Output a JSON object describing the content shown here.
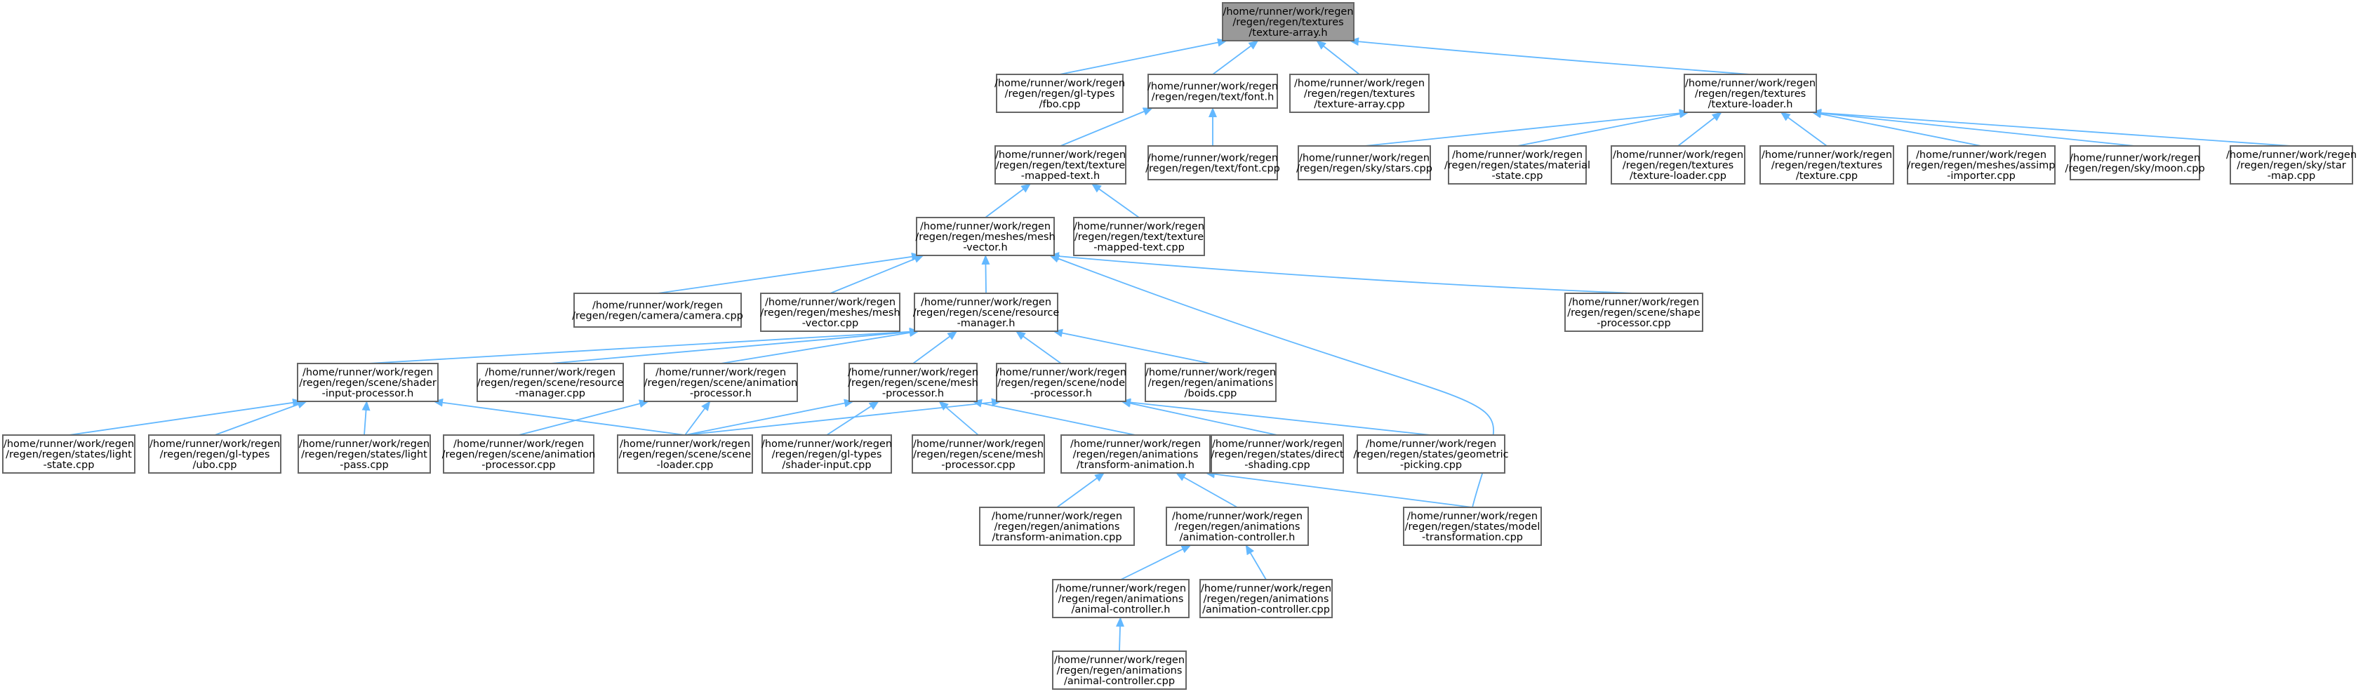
{
  "graph": {
    "edge_color": "#63b8ff",
    "node_border_color": "#666666",
    "root_fill": "#999999",
    "nodes": {
      "n0": {
        "lines": [
          "/home/runner/work/regen",
          "/regen/regen/textures",
          "/texture-array.h"
        ],
        "root": true
      },
      "n1": {
        "lines": [
          "/home/runner/work/regen",
          "/regen/regen/gl-types",
          "/fbo.cpp"
        ]
      },
      "n2": {
        "lines": [
          "/home/runner/work/regen",
          "/regen/regen/text/font.h"
        ]
      },
      "n3": {
        "lines": [
          "/home/runner/work/regen",
          "/regen/regen/textures",
          "/texture-array.cpp"
        ]
      },
      "n4": {
        "lines": [
          "/home/runner/work/regen",
          "/regen/regen/textures",
          "/texture-loader.h"
        ]
      },
      "n5": {
        "lines": [
          "/home/runner/work/regen",
          "/regen/regen/text/texture",
          "-mapped-text.h"
        ]
      },
      "n6": {
        "lines": [
          "/home/runner/work/regen",
          "/regen/regen/text/font.cpp"
        ]
      },
      "n7": {
        "lines": [
          "/home/runner/work/regen",
          "/regen/regen/sky/stars.cpp"
        ]
      },
      "n8": {
        "lines": [
          "/home/runner/work/regen",
          "/regen/regen/states/material",
          "-state.cpp"
        ]
      },
      "n9": {
        "lines": [
          "/home/runner/work/regen",
          "/regen/regen/textures",
          "/texture-loader.cpp"
        ]
      },
      "n10": {
        "lines": [
          "/home/runner/work/regen",
          "/regen/regen/textures",
          "/texture.cpp"
        ]
      },
      "n11": {
        "lines": [
          "/home/runner/work/regen",
          "/regen/regen/meshes/assimp",
          "-importer.cpp"
        ]
      },
      "n12": {
        "lines": [
          "/home/runner/work/regen",
          "/regen/regen/sky/moon.cpp"
        ]
      },
      "n13": {
        "lines": [
          "/home/runner/work/regen",
          "/regen/regen/sky/star",
          "-map.cpp"
        ]
      },
      "n14": {
        "lines": [
          "/home/runner/work/regen",
          "/regen/regen/meshes/mesh",
          "-vector.h"
        ]
      },
      "n15": {
        "lines": [
          "/home/runner/work/regen",
          "/regen/regen/text/texture",
          "-mapped-text.cpp"
        ]
      },
      "n16": {
        "lines": [
          "/home/runner/work/regen",
          "/regen/regen/camera/camera.cpp"
        ]
      },
      "n17": {
        "lines": [
          "/home/runner/work/regen",
          "/regen/regen/meshes/mesh",
          "-vector.cpp"
        ]
      },
      "n18": {
        "lines": [
          "/home/runner/work/regen",
          "/regen/regen/scene/resource",
          "-manager.h"
        ]
      },
      "n19": {
        "lines": [
          "/home/runner/work/regen",
          "/regen/regen/scene/shape",
          "-processor.cpp"
        ]
      },
      "n20": {
        "lines": [
          "/home/runner/work/regen",
          "/regen/regen/scene/shader",
          "-input-processor.h"
        ]
      },
      "n21": {
        "lines": [
          "/home/runner/work/regen",
          "/regen/regen/scene/resource",
          "-manager.cpp"
        ]
      },
      "n22": {
        "lines": [
          "/home/runner/work/regen",
          "/regen/regen/scene/animation",
          "-processor.h"
        ]
      },
      "n23": {
        "lines": [
          "/home/runner/work/regen",
          "/regen/regen/scene/mesh",
          "-processor.h"
        ]
      },
      "n24": {
        "lines": [
          "/home/runner/work/regen",
          "/regen/regen/scene/node",
          "-processor.h"
        ]
      },
      "n25": {
        "lines": [
          "/home/runner/work/regen",
          "/regen/regen/animations",
          "/boids.cpp"
        ]
      },
      "n26": {
        "lines": [
          "/home/runner/work/regen",
          "/regen/regen/states/light",
          "-state.cpp"
        ]
      },
      "n27": {
        "lines": [
          "/home/runner/work/regen",
          "/regen/regen/gl-types",
          "/ubo.cpp"
        ]
      },
      "n28": {
        "lines": [
          "/home/runner/work/regen",
          "/regen/regen/states/light",
          "-pass.cpp"
        ]
      },
      "n29": {
        "lines": [
          "/home/runner/work/regen",
          "/regen/regen/scene/animation",
          "-processor.cpp"
        ]
      },
      "n30": {
        "lines": [
          "/home/runner/work/regen",
          "/regen/regen/scene/scene",
          "-loader.cpp"
        ]
      },
      "n31": {
        "lines": [
          "/home/runner/work/regen",
          "/regen/regen/gl-types",
          "/shader-input.cpp"
        ]
      },
      "n32": {
        "lines": [
          "/home/runner/work/regen",
          "/regen/regen/scene/mesh",
          "-processor.cpp"
        ]
      },
      "n33": {
        "lines": [
          "/home/runner/work/regen",
          "/regen/regen/animations",
          "/transform-animation.h"
        ]
      },
      "n34": {
        "lines": [
          "/home/runner/work/regen",
          "/regen/regen/states/direct",
          "-shading.cpp"
        ]
      },
      "n35": {
        "lines": [
          "/home/runner/work/regen",
          "/regen/regen/states/geometric",
          "-picking.cpp"
        ]
      },
      "n36": {
        "lines": [
          "/home/runner/work/regen",
          "/regen/regen/animations",
          "/transform-animation.cpp"
        ]
      },
      "n37": {
        "lines": [
          "/home/runner/work/regen",
          "/regen/regen/animations",
          "/animation-controller.h"
        ]
      },
      "n38": {
        "lines": [
          "/home/runner/work/regen",
          "/regen/regen/states/model",
          "-transformation.cpp"
        ]
      },
      "n39": {
        "lines": [
          "/home/runner/work/regen",
          "/regen/regen/animations",
          "/animal-controller.h"
        ]
      },
      "n40": {
        "lines": [
          "/home/runner/work/regen",
          "/regen/regen/animations",
          "/animation-controller.cpp"
        ]
      },
      "n41": {
        "lines": [
          "/home/runner/work/regen",
          "/regen/regen/animations",
          "/animal-controller.cpp"
        ]
      }
    },
    "edges": [
      [
        "n1",
        "n0"
      ],
      [
        "n2",
        "n0"
      ],
      [
        "n3",
        "n0"
      ],
      [
        "n4",
        "n0"
      ],
      [
        "n5",
        "n2"
      ],
      [
        "n6",
        "n2"
      ],
      [
        "n7",
        "n4"
      ],
      [
        "n8",
        "n4"
      ],
      [
        "n9",
        "n4"
      ],
      [
        "n10",
        "n4"
      ],
      [
        "n11",
        "n4"
      ],
      [
        "n12",
        "n4"
      ],
      [
        "n13",
        "n4"
      ],
      [
        "n14",
        "n5"
      ],
      [
        "n15",
        "n5"
      ],
      [
        "n16",
        "n14"
      ],
      [
        "n17",
        "n14"
      ],
      [
        "n18",
        "n14"
      ],
      [
        "n19",
        "n14"
      ],
      [
        "n38",
        "n14"
      ],
      [
        "n20",
        "n18"
      ],
      [
        "n21",
        "n18"
      ],
      [
        "n22",
        "n18"
      ],
      [
        "n23",
        "n18"
      ],
      [
        "n24",
        "n18"
      ],
      [
        "n25",
        "n18"
      ],
      [
        "n26",
        "n20"
      ],
      [
        "n27",
        "n20"
      ],
      [
        "n28",
        "n20"
      ],
      [
        "n30",
        "n20"
      ],
      [
        "n29",
        "n22"
      ],
      [
        "n30",
        "n22"
      ],
      [
        "n30",
        "n23"
      ],
      [
        "n31",
        "n23"
      ],
      [
        "n32",
        "n23"
      ],
      [
        "n33",
        "n23"
      ],
      [
        "n30",
        "n24"
      ],
      [
        "n34",
        "n24"
      ],
      [
        "n35",
        "n24"
      ],
      [
        "n36",
        "n33"
      ],
      [
        "n37",
        "n33"
      ],
      [
        "n38",
        "n33"
      ],
      [
        "n39",
        "n37"
      ],
      [
        "n40",
        "n37"
      ],
      [
        "n41",
        "n39"
      ]
    ]
  }
}
